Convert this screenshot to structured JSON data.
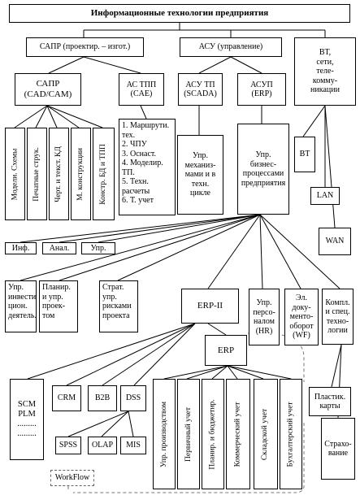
{
  "title": "Информационные технологии предприятия",
  "level1": {
    "sapr": "САПР (проектир. – изгот.)",
    "asu": "АСУ (управление)",
    "vt": "ВТ,\nсети,\nтеле-\nкомму-\nникации"
  },
  "level2": {
    "sapr_cad": "САПР\n(CAD/CAM)",
    "as_tpp": "АС ТПП\n(CAE)",
    "asu_tp": "АСУ ТП\n(SCADA)",
    "asup": "АСУП\n(ERP)"
  },
  "sapr_items": [
    "Модели. Схемы",
    "Печатные струк.",
    "Черт. и текст. КД",
    "М. конструкции",
    "Констр. БД и ТПП"
  ],
  "tpp_list": "1. Маршрути.\nтех.\n2. ЧПУ\n3. Оснаст.\n4. Моделир.\nТП.\n5. Техн.\nрасчеты\n6. Т. учет",
  "asutp_desc": "Упр.\nмеханиз-\nмами и в\nтехн.\nцикле",
  "asup_desc": "Упр.\nбизнес-\nпроцессами\nпредприятия",
  "vt_items": {
    "vt": "ВТ",
    "lan": "LAN",
    "wan": "WAN"
  },
  "small": {
    "inf": "Инф.",
    "anal": "Анал.",
    "upr": "Упр."
  },
  "bottom_row": {
    "invest": "Упр.\nинвести-\nцион.\nдеятель.",
    "plan": "Планир.\nи упр.\nпроек-\nтом",
    "strat": "Страт.\nупр.\nрисками\nпроекта",
    "erp2": "ERP-II",
    "hr": "Упр.\nперсо-\nналом\n(HR)",
    "wf": "Эл.\nдоку-\nменто-\nоборот\n(WF)",
    "tech": "Компл.\nи спец.\nтехно-\nлогии"
  },
  "erp": "ERP",
  "scm": "SCM\nPLM\n.........\n.........",
  "crm": "CRM",
  "b2b": "B2B",
  "dss": "DSS",
  "spss": "SPSS",
  "olap": "OLAP",
  "mis": "MIS",
  "workflow": "WorkFlow",
  "erp_items": [
    "Упр. производством",
    "Первичный учет",
    "Планир. и бюджетир.",
    "Коммерческий учет",
    "Складской учет",
    "Бухгалтерский учет"
  ],
  "plastic": "Пластик.\nкарты",
  "insurance": "Страхо-\nвание"
}
